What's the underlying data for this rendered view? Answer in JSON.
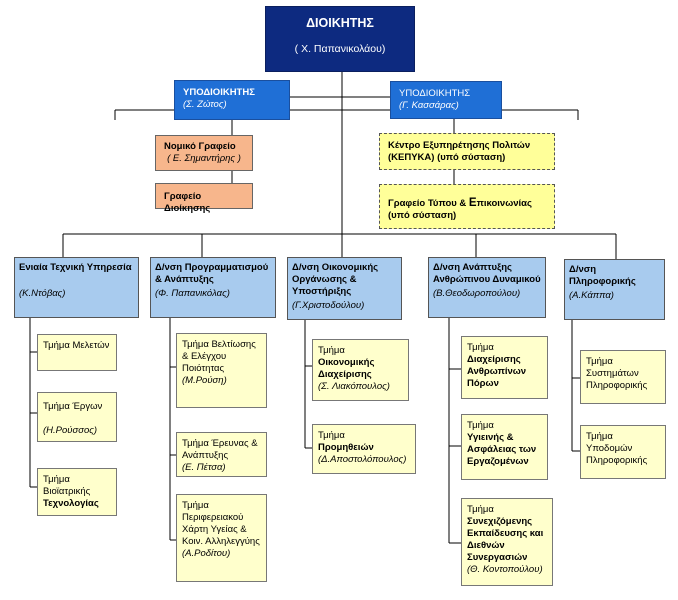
{
  "director": {
    "title": "ΔΙΟΙΚΗΤΗΣ",
    "name": "( Χ. Παπανικολάου)"
  },
  "deputies": [
    {
      "title": "ΥΠΟΔΙΟΙΚΗΤΗΣ",
      "name": "(Σ. Ζώτος)"
    },
    {
      "title": "ΥΠΟΔΙΟΙΚΗΤΗΣ",
      "name": "(Γ. Κασσάρας)"
    }
  ],
  "offices": {
    "legal": {
      "title": "Νομικό Γραφείο",
      "name": "( Ε. Σημαντήρης )"
    },
    "admin": {
      "title": "Γραφείο Διοίκησης"
    },
    "kepyka": {
      "title": "Κέντρο Εξυπηρέτησης Πολιτών (ΚΕΠΥΚΑ) (υπό σύσταση)"
    },
    "press": {
      "title_a": "Γραφείο Τύπου & ",
      "title_big": "Ε",
      "title_b": "πικοινωνίας",
      "title_c": "(υπό σύσταση)"
    }
  },
  "directorates": [
    {
      "title": "Ενιαία  Τεχνική Υπηρεσία",
      "name": "(Κ.Ντόβας)",
      "sections": [
        {
          "pre": "Τμήμα Μελετών",
          "bold": "",
          "name": ""
        },
        {
          "pre": "Τμήμα Έργων",
          "bold": "",
          "name": "(Η.Ρούσσος)"
        },
        {
          "pre": "Τμήμα Βιοϊατρικής",
          "bold": "Τεχνολογίας",
          "name": ""
        }
      ]
    },
    {
      "title": "Δ/νση Προγραμματισμού & Ανάπτυξης",
      "name": "(Φ. Παπανικόλας)",
      "sections": [
        {
          "pre": "Τμήμα Βελτίωσης & Ελέγχου Ποιότητας",
          "bold": "",
          "name": "(Μ.Ρούση)"
        },
        {
          "pre": "Τμήμα Έρευνας & Ανάπτυξης",
          "bold": "",
          "name": "(Ε. Πέτσα)"
        },
        {
          "pre": "Τμήμα Περιφερειακού Χάρτη Υγείας & Κοιν. Αλληλεγγύης",
          "bold": "",
          "name": "(Α.Ροδίτου)"
        }
      ]
    },
    {
      "title": "Δ/νση Οικονομικής Οργάνωσης & Υποστήριξης",
      "name": "(Γ.Χριστοδούλου)",
      "sections": [
        {
          "pre": "Τμήμα",
          "bold": "Οικονομικής Διαχείρισης",
          "name": "(Σ. Λιακόπουλος)"
        },
        {
          "pre": "Τμήμα",
          "bold": "Προμηθειών",
          "name": "(Δ.Αποστολόπουλος)"
        }
      ]
    },
    {
      "title": "Δ/νση Ανάπτυξης Ανθρώπινου Δυναμικού",
      "name": "(Β.Θεοδωροπούλου)",
      "sections": [
        {
          "pre": "Τμήμα",
          "bold": "Διαχείρισης Ανθρωπίνων Πόρων",
          "name": ""
        },
        {
          "pre": "Τμήμα",
          "bold": "Υγιεινής & Ασφάλειας των Εργαζομένων",
          "name": ""
        },
        {
          "pre": "Τμήμα",
          "bold": "Συνεχιζόμενης Εκπαίδευσης και Διεθνών Συνεργασιών",
          "name": "(Θ. Κοντοπούλου)"
        }
      ]
    },
    {
      "title": "Δ/νση Πληροφορικής",
      "name": "(Α.Κάππα)",
      "sections": [
        {
          "pre": "Τμήμα Συστημάτων Πληροφορικής",
          "bold": "",
          "name": ""
        },
        {
          "pre": "Τμήμα Υποδομών Πληροφορικής",
          "bold": "",
          "name": ""
        }
      ]
    }
  ]
}
